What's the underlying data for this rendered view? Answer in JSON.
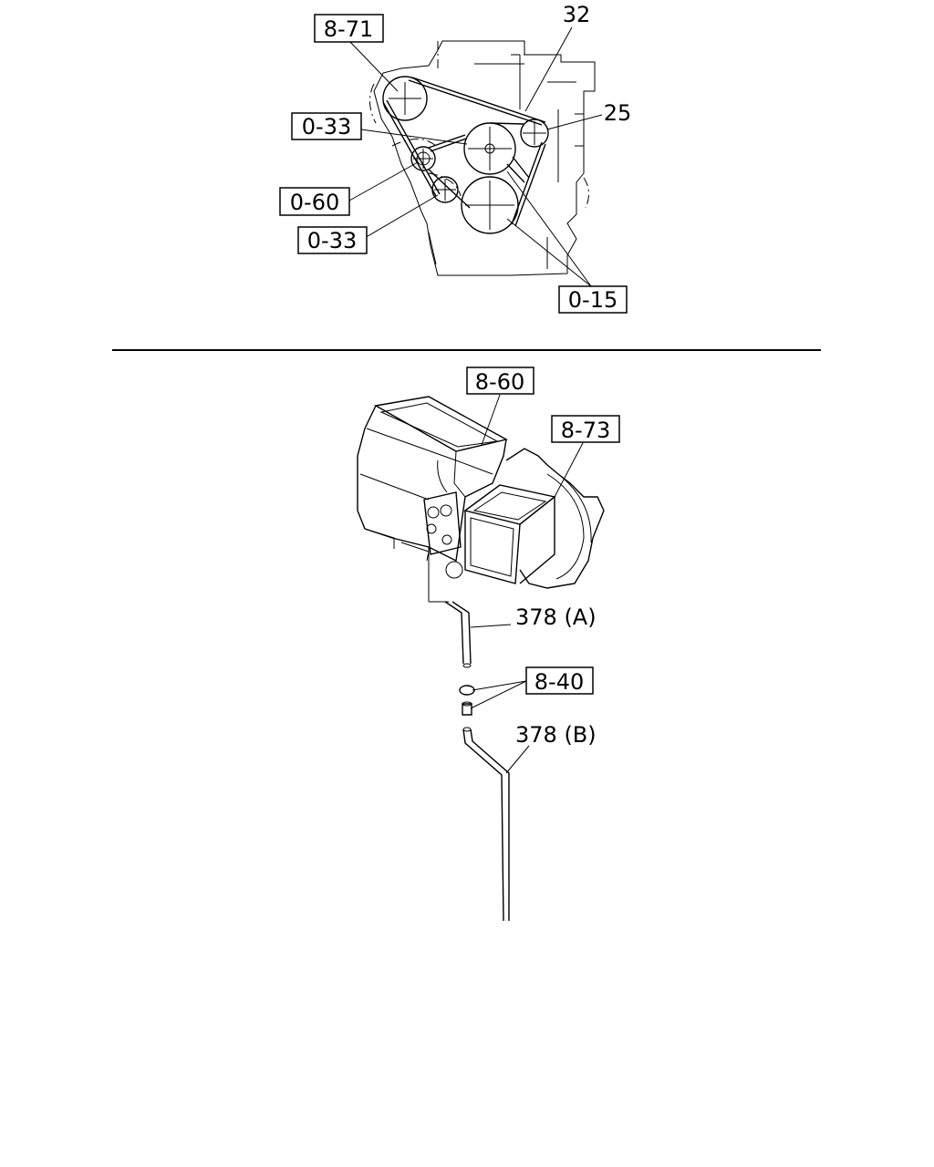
{
  "upper_section": {
    "callouts": [
      {
        "id": "ref-8-71",
        "text": "8-71",
        "boxed": true
      },
      {
        "id": "ref-32",
        "text": "32",
        "boxed": false
      },
      {
        "id": "ref-25",
        "text": "25",
        "boxed": false
      },
      {
        "id": "ref-0-33-top",
        "text": "0-33",
        "boxed": true
      },
      {
        "id": "ref-0-60",
        "text": "0-60",
        "boxed": true
      },
      {
        "id": "ref-0-33-bottom",
        "text": "0-33",
        "boxed": true
      },
      {
        "id": "ref-0-15",
        "text": "0-15",
        "boxed": true
      }
    ]
  },
  "lower_section": {
    "callouts": [
      {
        "id": "ref-8-60",
        "text": "8-60",
        "boxed": true
      },
      {
        "id": "ref-8-73",
        "text": "8-73",
        "boxed": true
      },
      {
        "id": "ref-378a",
        "text": "378 (A)",
        "boxed": false
      },
      {
        "id": "ref-8-40",
        "text": "8-40",
        "boxed": true
      },
      {
        "id": "ref-378b",
        "text": "378 (B)",
        "boxed": false
      }
    ]
  }
}
